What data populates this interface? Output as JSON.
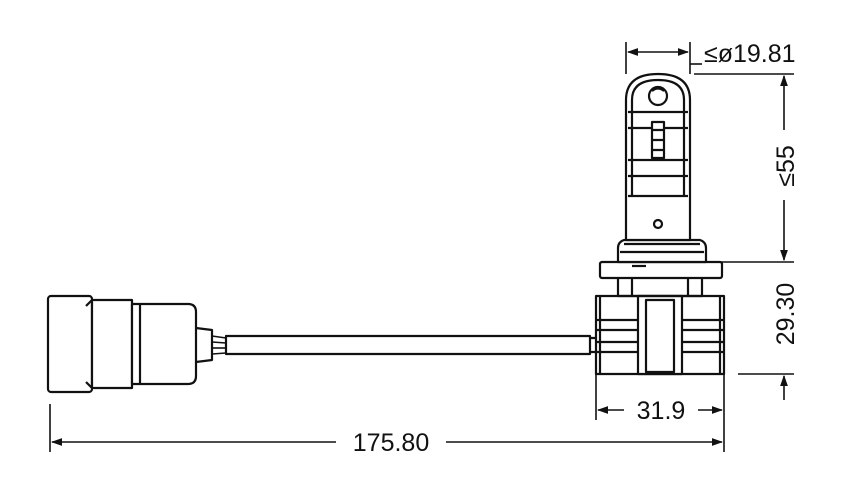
{
  "dimensions": {
    "width_total": "175.80",
    "width_base": "31.9",
    "height_base": "29.30",
    "height_bulb": "≤55",
    "diameter": "≤ø19.81"
  }
}
